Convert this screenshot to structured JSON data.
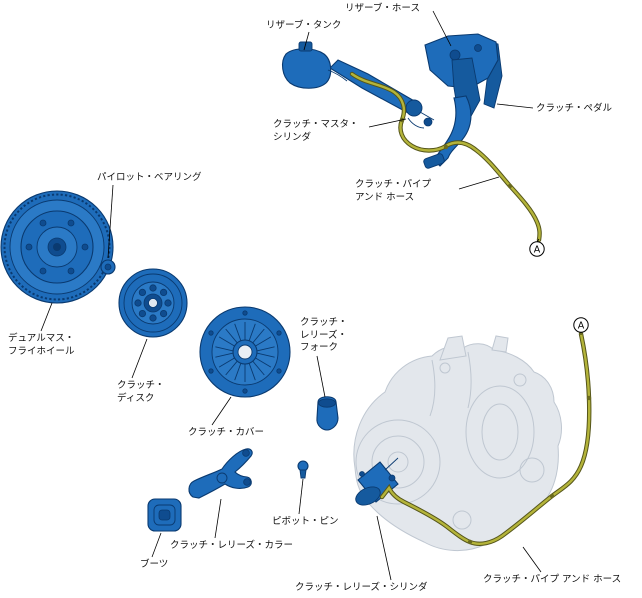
{
  "labels": {
    "reserve_hose": "リザーブ・ホース",
    "reserve_tank": "リザーブ・タンク",
    "clutch_pedal": "クラッチ・ペダル",
    "clutch_master_cylinder": "クラッチ・マスタ・\nシリンダ",
    "clutch_pipe_and_hose_top": "クラッチ・パイプ\nアンド ホース",
    "pilot_bearing": "パイロット・ベアリング",
    "dual_mass_flywheel": "デュアルマス・\nフライホイール",
    "clutch_disc": "クラッチ・\nディスク",
    "clutch_cover": "クラッチ・カバー",
    "clutch_release_fork": "クラッチ・\nレリーズ・\nフォーク",
    "pivot_pin": "ピボット・ピン",
    "clutch_release_collar": "クラッチ・レリーズ・カラー",
    "boot": "ブーツ",
    "clutch_release_cylinder": "クラッチ・レリーズ・シリンダ",
    "clutch_pipe_and_hose_bottom": "クラッチ・パイプ アンド ホース"
  },
  "markers": {
    "a": "A"
  },
  "colors": {
    "part_blue": "#1e6cba",
    "part_blue_dark": "#0a3a70",
    "hose_yellow": "#b4b43a",
    "ghost_gray": "#e3e7ec",
    "label_text": "#111111"
  }
}
